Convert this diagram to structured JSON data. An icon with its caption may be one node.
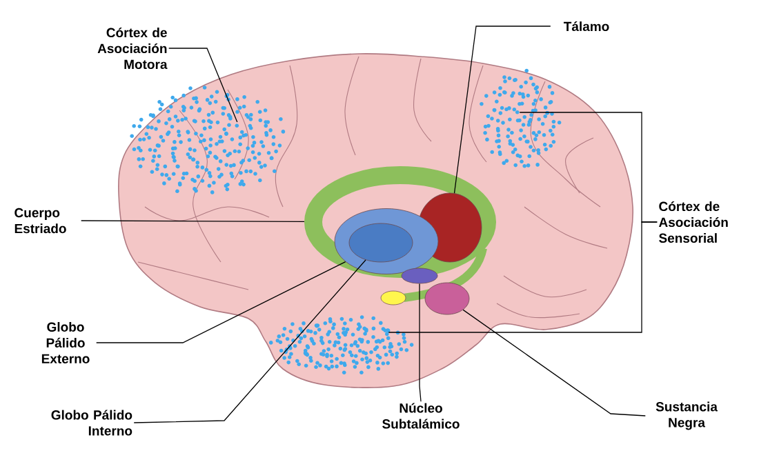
{
  "diagram": {
    "nodes": [
      {
        "text": [
          "Córtex de Asociación Motora"
        ]
      },
      {
        "text": [
          "Tálamo"
        ]
      },
      {
        "text": [
          "Cuerpo Estriado"
        ]
      },
      {
        "text": [
          "Córtex de Asociación Sensorial"
        ]
      },
      {
        "text": [
          "Globo Pálido Externo"
        ]
      },
      {
        "text": [
          "Globo Pálido Interno"
        ]
      },
      {
        "text": [
          "Núcleo Subtalámico"
        ]
      },
      {
        "text": [
          "Sustancia Negra"
        ]
      },
      {
        "text": [],
        "shape": "cluster"
      },
      {
        "text": [],
        "shape": "ring"
      },
      {
        "text": [],
        "shape": "ellipse"
      },
      {
        "text": [],
        "shape": "ellipse",
        "in": 10
      },
      {
        "text": [],
        "shape": "ellipse"
      },
      {
        "text": [],
        "shape": "cluster"
      },
      {
        "text": [],
        "shape": "ellipse",
        "in": 9
      },
      {
        "text": [],
        "shape": "ellipse"
      },
      {
        "text": [],
        "shape": "cluster"
      }
    ],
    "edges": [
      {
        "from": 0,
        "to": 8,
        "arrow": "none"
      },
      {
        "from": 1,
        "to": 14,
        "arrow": "none"
      },
      {
        "from": 2,
        "to": 9,
        "arrow": "none"
      },
      {
        "from": 3,
        "to": 16,
        "arrow": "none"
      },
      {
        "from": 3,
        "to": 13,
        "arrow": "none"
      },
      {
        "from": 4,
        "to": 10,
        "arrow": "none"
      },
      {
        "from": 5,
        "to": 11,
        "arrow": "none"
      },
      {
        "from": 6,
        "to": 12,
        "arrow": "none"
      },
      {
        "from": 7,
        "to": 15,
        "arrow": "none"
      }
    ]
  }
}
